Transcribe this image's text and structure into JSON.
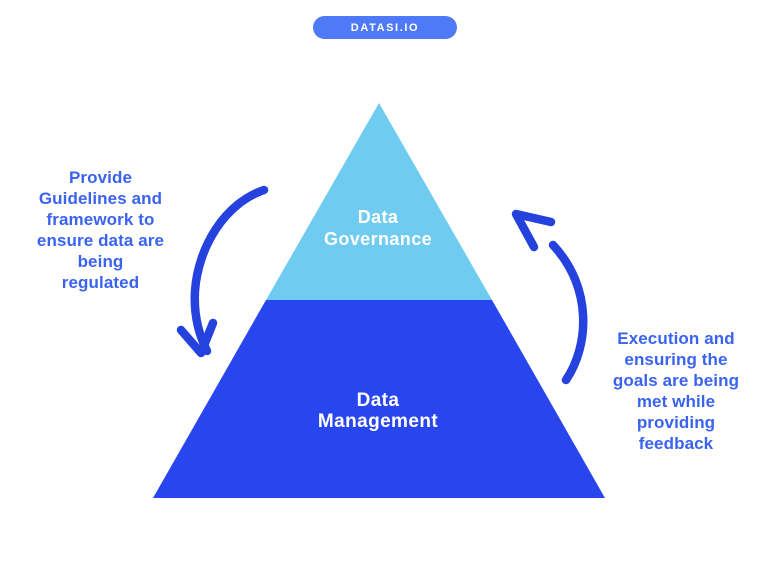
{
  "badge": {
    "label": "DATASI.IO",
    "bg_color": "#4E7AF7",
    "text_color": "#FFFFFF"
  },
  "pyramid": {
    "top_tier": {
      "label_lines": [
        "Data",
        "Governance"
      ],
      "color": "#70CBF1"
    },
    "bottom_tier": {
      "label_lines": [
        "Data",
        "Management"
      ],
      "color": "#2946EE"
    },
    "label_color": "#FFFFFF"
  },
  "annotations": {
    "left": {
      "lines": [
        "Provide",
        "Guidelines and",
        "framework to",
        "ensure data are",
        "being",
        "regulated"
      ],
      "color": "#3A63F1"
    },
    "right": {
      "lines": [
        "Execution and",
        "ensuring the",
        "goals are being",
        "met while",
        "providing",
        "feedback"
      ],
      "color": "#3A63F1"
    }
  },
  "arrows": {
    "color": "#2542DF"
  }
}
